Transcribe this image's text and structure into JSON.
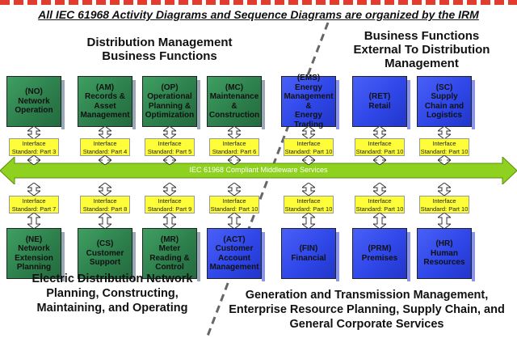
{
  "title": "All IEC 61968 Activity Diagrams and Sequence Diagrams are organized by the IRM",
  "headings": {
    "distribution": "Distribution Management\nBusiness Functions",
    "external": "Business Functions\nExternal To Distribution\nManagement",
    "electric": "Electric Distribution Network\nPlanning, Constructing,\nMaintaining, and Operating",
    "generation": "Generation and Transmission Management,\nEnterprise Resource Planning, Supply Chain, and\nGeneral Corporate Services"
  },
  "middleware": {
    "label": "IEC 61968 Compliant Middleware Services",
    "color": "#8ed11f"
  },
  "top_boxes": [
    {
      "label": "(NO)\nNetwork\nOperation",
      "color": "green"
    },
    {
      "label": "(AM)\nRecords &\nAsset\nManagement",
      "color": "green"
    },
    {
      "label": "(OP)\nOperational\nPlanning &\nOptimization",
      "color": "green"
    },
    {
      "label": "(MC)\nMaintenance\n&\nConstruction",
      "color": "green"
    },
    {
      "label": "(EMS)\nEnergy\nManagement &\nEnergy Trading",
      "color": "blue"
    },
    {
      "label": "(RET)\nRetail",
      "color": "blue"
    },
    {
      "label": "(SC)\nSupply\nChain and\nLogistics",
      "color": "blue"
    }
  ],
  "top_interfaces": [
    "Interface\nStandard: Part 3",
    "Interface\nStandard: Part 4",
    "Interface\nStandard: Part 5",
    "Interface\nStandard: Part 6",
    "Interface\nStandard: Part 10",
    "Interface\nStandard: Part 10",
    "Interface\nStandard: Part 10"
  ],
  "bottom_interfaces": [
    "Interface\nStandard: Part 7",
    "Interface\nStandard: Part 8",
    "Interface\nStandard: Part 9",
    "Interface\nStandard: Part 10",
    "Interface\nStandard: Part 10",
    "Interface\nStandard: Part 10",
    "Interface\nStandard: Part 10"
  ],
  "bottom_boxes": [
    {
      "label": "(NE)\nNetwork\nExtension\nPlanning",
      "color": "green"
    },
    {
      "label": "(CS)\nCustomer\nSupport",
      "color": "green"
    },
    {
      "label": "(MR)\nMeter\nReading &\nControl",
      "color": "green"
    },
    {
      "label": "(ACT)\nCustomer\nAccount\nManagement",
      "color": "blue"
    },
    {
      "label": "(FIN)\nFinancial",
      "color": "blue"
    },
    {
      "label": "(PRM)\nPremises",
      "color": "blue"
    },
    {
      "label": "(HR)\nHuman\nResources",
      "color": "blue"
    }
  ]
}
